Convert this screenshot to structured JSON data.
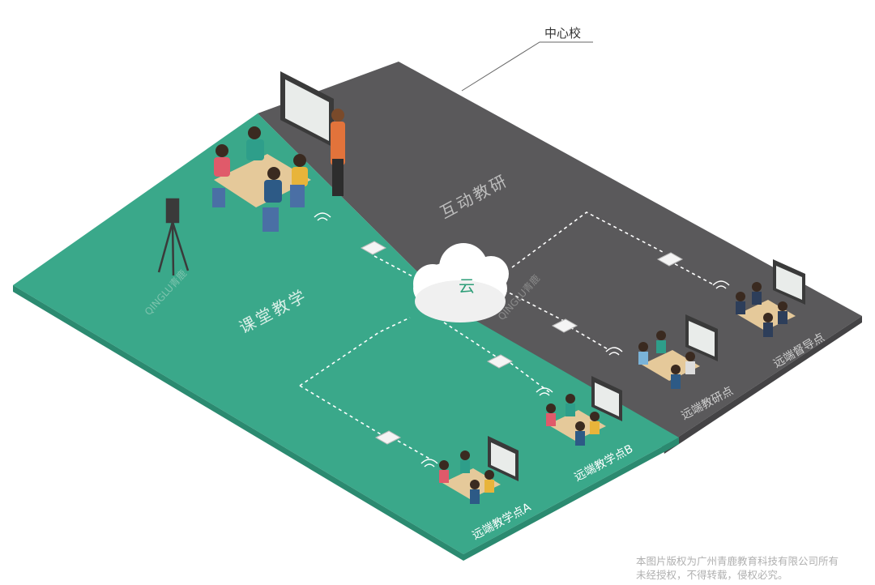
{
  "labels": {
    "center_school": "中心校",
    "interactive_research": "互动教研",
    "classroom_teaching": "课堂教学",
    "cloud": "云",
    "remote_research_point": "远端教研点",
    "remote_supervision_point": "远端督导点",
    "remote_teaching_point_a": "远端教学点A",
    "remote_teaching_point_b": "远端教学点B"
  },
  "watermark": {
    "left": "QINGLU青鹿",
    "right": "QINGLU青鹿"
  },
  "copyright": {
    "line1": "本图片版权为广州青鹿教育科技有限公司所有",
    "line2": "未经授权，不得转载，侵权必究。"
  },
  "colors": {
    "green_floor": "#3aa88a",
    "green_edge": "#2b8a70",
    "gray_floor": "#5a595b",
    "gray_edge": "#444345",
    "cloud": "#ffffff",
    "cloud_text": "#2e9e78"
  }
}
